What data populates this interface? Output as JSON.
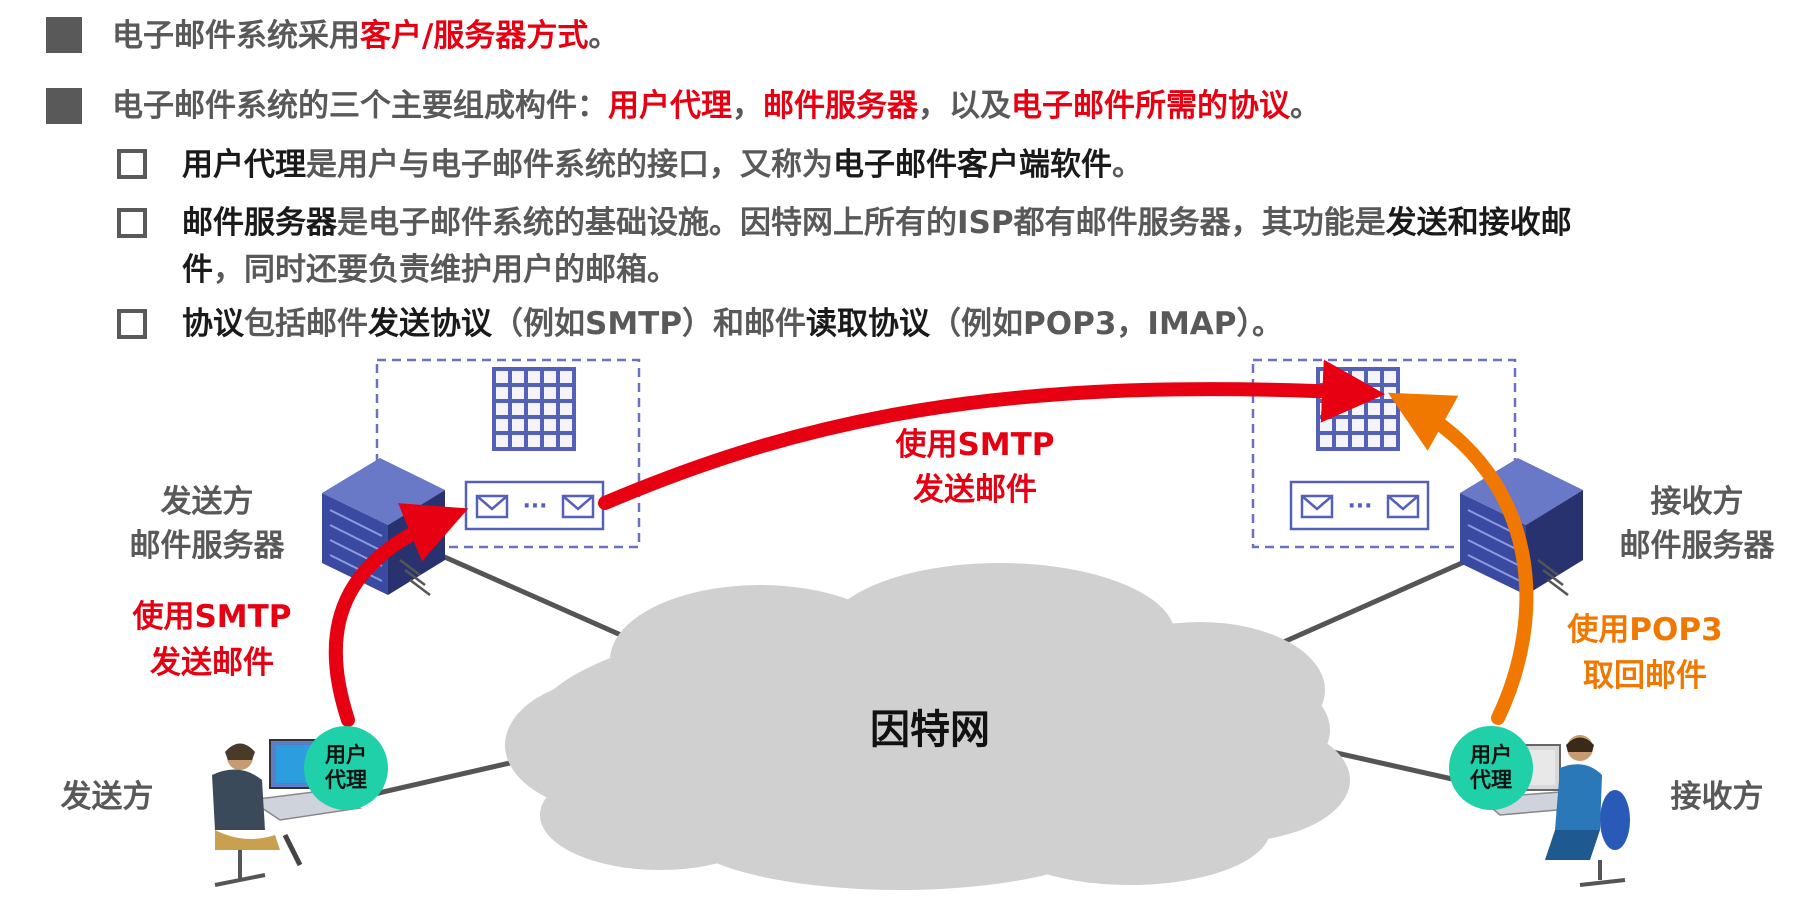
{
  "bullets": {
    "b1": {
      "p1": "电子邮件系统采用",
      "p2": "客户/服务器方式",
      "p3": "。"
    },
    "b2": {
      "p1": "电子邮件系统的三个主要组成构件：",
      "p2": "用户代理",
      "p3": "，",
      "p4": "邮件服务器",
      "p5": "，以及",
      "p6": "电子邮件所需的协议",
      "p7": "。"
    },
    "s1": {
      "p1": "用户代理",
      "p2": "是用户与电子邮件系统的接口，又称为",
      "p3": "电子邮件客户端软件",
      "p4": "。"
    },
    "s2": {
      "p1": "邮件服务器",
      "p2": "是电子邮件系统的基础设施。因特网上所有的ISP都有邮件服务器，其功能是",
      "p3": "发送和接收邮",
      "p4": "件",
      "p5": "，同时还要负责维护用户的邮箱。"
    },
    "s3": {
      "p1": "协议",
      "p2": "包括邮件",
      "p3": "发送协议",
      "p4": "（例如SMTP）和邮件",
      "p5": "读取协议",
      "p6": "（例如POP3，IMAP）。"
    }
  },
  "diagram": {
    "sender_server_label": [
      "发送方",
      "邮件服务器"
    ],
    "receiver_server_label": [
      "接收方",
      "邮件服务器"
    ],
    "sender_label": "发送方",
    "receiver_label": "接收方",
    "internet_label": "因特网",
    "user_agent_label": [
      "用户",
      "代理"
    ],
    "smtp_label_left": [
      "使用SMTP",
      "发送邮件"
    ],
    "smtp_label_top": [
      "使用SMTP",
      "发送邮件"
    ],
    "pop3_label": [
      "使用POP3",
      "取回邮件"
    ],
    "ellipsis": "···",
    "colors": {
      "red": "#e60012",
      "orange": "#f07800",
      "agent": "#1fd0a8",
      "server": "#3a4aa0",
      "mailbox": "#5560b8",
      "cloud": "#d0d0d0"
    }
  }
}
